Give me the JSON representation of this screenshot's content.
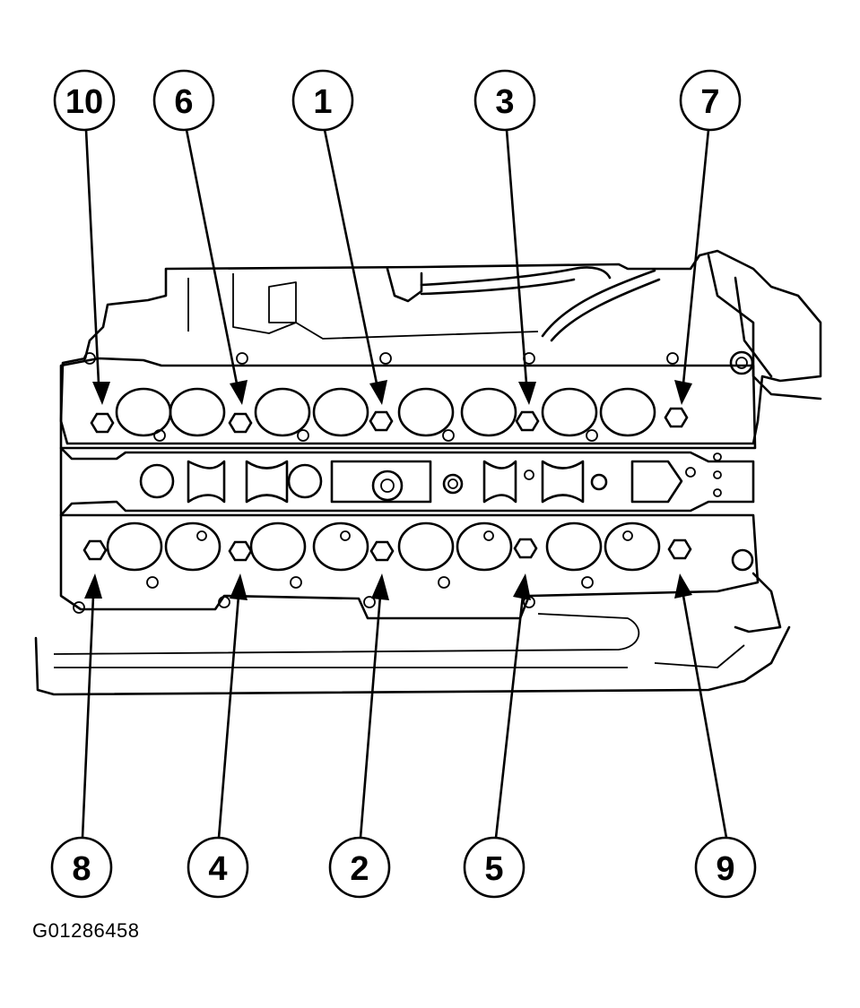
{
  "figure_id": "G01286458",
  "callouts": [
    {
      "label": "10",
      "row": "upper",
      "seq": 10
    },
    {
      "label": "6",
      "row": "upper",
      "seq": 6
    },
    {
      "label": "1",
      "row": "upper",
      "seq": 1
    },
    {
      "label": "3",
      "row": "upper",
      "seq": 3
    },
    {
      "label": "7",
      "row": "upper",
      "seq": 7
    },
    {
      "label": "8",
      "row": "lower",
      "seq": 8
    },
    {
      "label": "4",
      "row": "lower",
      "seq": 4
    },
    {
      "label": "2",
      "row": "lower",
      "seq": 2
    },
    {
      "label": "5",
      "row": "lower",
      "seq": 5
    },
    {
      "label": "9",
      "row": "lower",
      "seq": 9
    }
  ]
}
